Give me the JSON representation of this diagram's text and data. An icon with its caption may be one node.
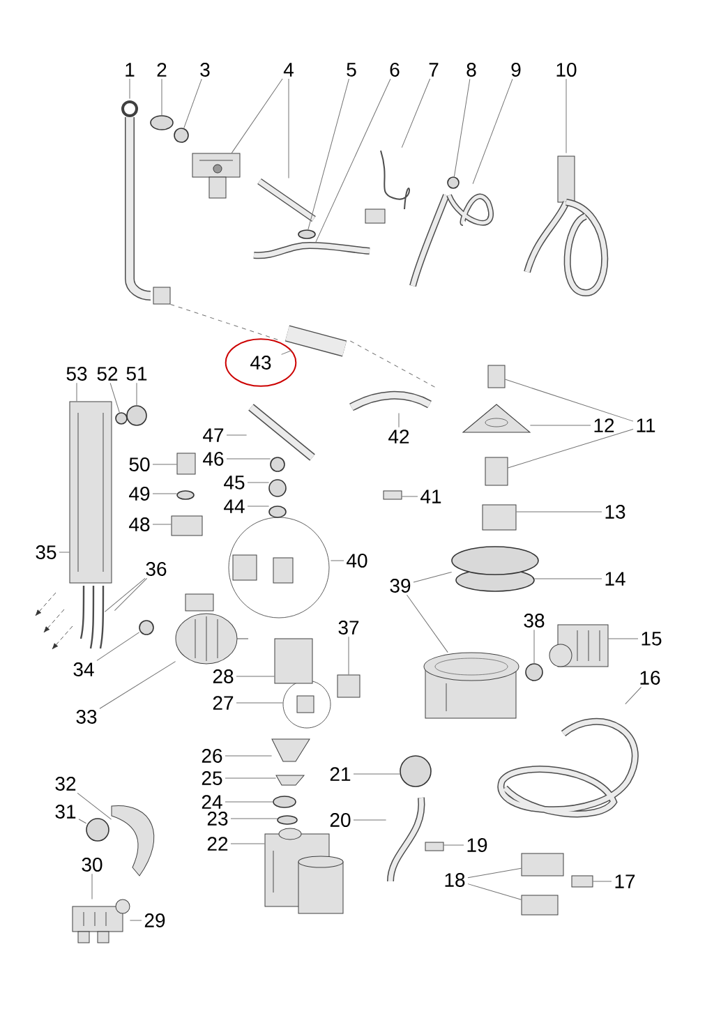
{
  "diagram": {
    "nodes": [
      {
        "text": [
          "1"
        ]
      },
      {
        "text": [
          "2"
        ]
      },
      {
        "text": [
          "3"
        ]
      },
      {
        "text": [
          "4"
        ]
      },
      {
        "text": [
          "5"
        ]
      },
      {
        "text": [
          "6"
        ]
      },
      {
        "text": [
          "7"
        ]
      },
      {
        "text": [
          "8"
        ]
      },
      {
        "text": [
          "9"
        ]
      },
      {
        "text": [
          "10"
        ]
      },
      {
        "text": [
          "11"
        ]
      },
      {
        "text": [
          "12"
        ]
      },
      {
        "text": [
          "13"
        ]
      },
      {
        "text": [
          "14"
        ]
      },
      {
        "text": [
          "15"
        ]
      },
      {
        "text": [
          "16"
        ]
      },
      {
        "text": [
          "17"
        ]
      },
      {
        "text": [
          "18"
        ]
      },
      {
        "text": [
          "19"
        ]
      },
      {
        "text": [
          "20"
        ]
      },
      {
        "text": [
          "21"
        ]
      },
      {
        "text": [
          "22"
        ]
      },
      {
        "text": [
          "23"
        ]
      },
      {
        "text": [
          "24"
        ]
      },
      {
        "text": [
          "25"
        ]
      },
      {
        "text": [
          "26"
        ]
      },
      {
        "text": [
          "27"
        ]
      },
      {
        "text": [
          "28"
        ]
      },
      {
        "text": [
          "29"
        ]
      },
      {
        "text": [
          "30"
        ]
      },
      {
        "text": [
          "31"
        ]
      },
      {
        "text": [
          "32"
        ]
      },
      {
        "text": [
          "33"
        ]
      },
      {
        "text": [
          "34"
        ]
      },
      {
        "text": [
          "35"
        ]
      },
      {
        "text": [
          "36"
        ]
      },
      {
        "text": [
          "37"
        ]
      },
      {
        "text": [
          "38"
        ]
      },
      {
        "text": [
          "39"
        ]
      },
      {
        "text": [
          "40"
        ]
      },
      {
        "text": [
          "41"
        ]
      },
      {
        "text": [
          "42"
        ]
      },
      {
        "text": [
          "43"
        ]
      },
      {
        "text": [
          "44"
        ]
      },
      {
        "text": [
          "45"
        ]
      },
      {
        "text": [
          "46"
        ]
      },
      {
        "text": [
          "47"
        ]
      },
      {
        "text": [
          "48"
        ]
      },
      {
        "text": [
          "49"
        ]
      },
      {
        "text": [
          "50"
        ]
      },
      {
        "text": [
          "51"
        ]
      },
      {
        "text": [
          "52"
        ]
      },
      {
        "text": [
          "53"
        ]
      },
      {
        "text": [],
        "shape": "picture"
      },
      {
        "text": [],
        "shape": "circle"
      },
      {
        "text": [],
        "shape": "circle"
      },
      {
        "text": [],
        "shape": "picture"
      },
      {
        "text": [],
        "shape": "picture"
      },
      {
        "text": [],
        "shape": "circle"
      },
      {
        "text": [],
        "shape": "picture"
      },
      {
        "text": [],
        "shape": "picture"
      },
      {
        "text": [],
        "shape": "circle"
      },
      {
        "text": [],
        "shape": "picture"
      },
      {
        "text": [],
        "shape": "picture"
      },
      {
        "text": [],
        "shape": "box"
      },
      {
        "text": [],
        "shape": "box"
      },
      {
        "text": [],
        "shape": "picture"
      },
      {
        "text": [],
        "shape": "box"
      },
      {
        "text": [],
        "shape": "circle"
      },
      {
        "text": [],
        "shape": "picture"
      },
      {
        "text": [],
        "shape": "picture"
      },
      {
        "text": [],
        "shape": "box"
      },
      {
        "text": [],
        "shape": "box"
      },
      {
        "text": [],
        "shape": "box"
      },
      {
        "text": [],
        "shape": "box"
      },
      {
        "text": [],
        "shape": "picture"
      },
      {
        "text": [],
        "shape": "circle"
      },
      {
        "text": [],
        "shape": "picture"
      },
      {
        "text": [],
        "shape": "circle"
      },
      {
        "text": [],
        "shape": "circle"
      },
      {
        "text": [],
        "shape": "picture"
      },
      {
        "text": [],
        "shape": "picture"
      },
      {
        "text": [],
        "shape": "picture"
      },
      {
        "text": [],
        "shape": "box"
      },
      {
        "text": [],
        "shape": "picture"
      },
      {
        "text": [],
        "shape": "circle"
      },
      {
        "text": [],
        "shape": "picture"
      },
      {
        "text": [],
        "shape": "picture"
      },
      {
        "text": [],
        "shape": "circle"
      },
      {
        "text": [],
        "shape": "picture"
      },
      {
        "text": [],
        "shape": "picture"
      },
      {
        "text": [],
        "shape": "picture"
      },
      {
        "text": [],
        "shape": "box"
      },
      {
        "text": [],
        "shape": "circle"
      },
      {
        "text": [],
        "shape": "circle"
      },
      {
        "text": [],
        "shape": "picture"
      },
      {
        "text": [],
        "shape": "picture"
      },
      {
        "text": [],
        "shape": "box"
      },
      {
        "text": [],
        "shape": "picture"
      },
      {
        "text": [],
        "shape": "picture"
      },
      {
        "text": [],
        "shape": "circle"
      },
      {
        "text": [],
        "shape": "circle"
      },
      {
        "text": [],
        "shape": "circle"
      },
      {
        "text": [],
        "shape": "picture"
      },
      {
        "text": [],
        "shape": "box"
      },
      {
        "text": [],
        "shape": "circle"
      },
      {
        "text": [],
        "shape": "box"
      },
      {
        "text": [],
        "shape": "circle"
      },
      {
        "text": [],
        "shape": "circle"
      }
    ],
    "edges": [
      {
        "from": 0,
        "to": 53,
        "arrow": "none"
      },
      {
        "from": 1,
        "to": 54,
        "arrow": "none"
      },
      {
        "from": 2,
        "to": 55,
        "arrow": "none"
      },
      {
        "from": 3,
        "to": 56,
        "arrow": "none"
      },
      {
        "from": 3,
        "to": 57,
        "arrow": "none"
      },
      {
        "from": 4,
        "to": 58,
        "arrow": "none"
      },
      {
        "from": 5,
        "to": 59,
        "arrow": "none"
      },
      {
        "from": 6,
        "to": 60,
        "arrow": "none"
      },
      {
        "from": 7,
        "to": 61,
        "arrow": "none"
      },
      {
        "from": 8,
        "to": 62,
        "arrow": "none"
      },
      {
        "from": 9,
        "to": 63,
        "arrow": "none"
      },
      {
        "from": 10,
        "to": 64,
        "arrow": "none"
      },
      {
        "from": 10,
        "to": 65,
        "arrow": "none"
      },
      {
        "from": 11,
        "to": 66,
        "arrow": "none"
      },
      {
        "from": 12,
        "to": 67,
        "arrow": "none"
      },
      {
        "from": 13,
        "to": 68,
        "arrow": "none"
      },
      {
        "from": 14,
        "to": 69,
        "arrow": "none"
      },
      {
        "from": 15,
        "to": 70,
        "arrow": "none"
      },
      {
        "from": 16,
        "to": 71,
        "arrow": "none"
      },
      {
        "from": 17,
        "to": 72,
        "arrow": "none"
      },
      {
        "from": 17,
        "to": 73,
        "arrow": "none"
      },
      {
        "from": 18,
        "to": 74,
        "arrow": "none"
      },
      {
        "from": 19,
        "to": 75,
        "arrow": "none"
      },
      {
        "from": 20,
        "to": 76,
        "arrow": "none"
      },
      {
        "from": 21,
        "to": 77,
        "arrow": "none"
      },
      {
        "from": 22,
        "to": 78,
        "arrow": "none"
      },
      {
        "from": 23,
        "to": 79,
        "arrow": "none"
      },
      {
        "from": 24,
        "to": 80,
        "arrow": "none"
      },
      {
        "from": 25,
        "to": 81,
        "arrow": "none"
      },
      {
        "from": 26,
        "to": 82,
        "arrow": "none"
      },
      {
        "from": 27,
        "to": 83,
        "arrow": "none"
      },
      {
        "from": 28,
        "to": 84,
        "arrow": "none"
      },
      {
        "from": 29,
        "to": 84,
        "arrow": "none"
      },
      {
        "from": 30,
        "to": 85,
        "arrow": "none"
      },
      {
        "from": 31,
        "to": 86,
        "arrow": "none"
      },
      {
        "from": 32,
        "to": 87,
        "arrow": "none"
      },
      {
        "from": 33,
        "to": 88,
        "arrow": "none"
      },
      {
        "from": 34,
        "to": 89,
        "arrow": "none"
      },
      {
        "from": 35,
        "to": 90,
        "arrow": "none"
      },
      {
        "from": 35,
        "to": 91,
        "arrow": "none"
      },
      {
        "from": 36,
        "to": 92,
        "arrow": "none"
      },
      {
        "from": 37,
        "to": 93,
        "arrow": "none"
      },
      {
        "from": 38,
        "to": 94,
        "arrow": "none"
      },
      {
        "from": 38,
        "to": 95,
        "arrow": "none"
      },
      {
        "from": 39,
        "to": 96,
        "arrow": "none"
      },
      {
        "from": 40,
        "to": 97,
        "arrow": "none"
      },
      {
        "from": 41,
        "to": 98,
        "arrow": "none"
      },
      {
        "from": 42,
        "to": 99,
        "arrow": "none"
      },
      {
        "from": 43,
        "to": 100,
        "arrow": "none"
      },
      {
        "from": 44,
        "to": 101,
        "arrow": "none"
      },
      {
        "from": 45,
        "to": 102,
        "arrow": "none"
      },
      {
        "from": 46,
        "to": 103,
        "arrow": "none"
      },
      {
        "from": 47,
        "to": 104,
        "arrow": "none"
      },
      {
        "from": 48,
        "to": 105,
        "arrow": "none"
      },
      {
        "from": 49,
        "to": 106,
        "arrow": "none"
      },
      {
        "from": 50,
        "to": 107,
        "arrow": "none"
      },
      {
        "from": 51,
        "to": 108,
        "arrow": "none"
      },
      {
        "from": 52,
        "to": 89,
        "arrow": "none"
      },
      {
        "from": 53,
        "to": 99,
        "arrow": "none",
        "style": "dashed"
      },
      {
        "from": 99,
        "to": 98,
        "arrow": "none",
        "style": "dashed"
      }
    ]
  }
}
